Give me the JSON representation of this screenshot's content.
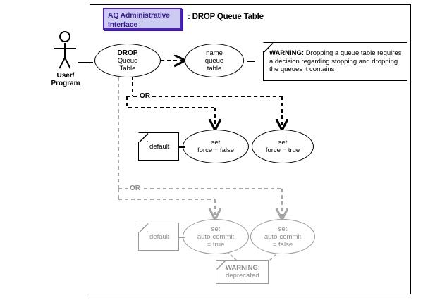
{
  "diagram": {
    "title_badge": "AQ Administrative Interface",
    "title_text": ": DROP Queue Table",
    "actor": {
      "label": "User/\nProgram",
      "icon": "actor-stick-figure-icon"
    }
  },
  "nodes": {
    "drop_queue_table": {
      "line1": "DROP",
      "line2": "Queue",
      "line3": "Table"
    },
    "name_queue_table": {
      "line1": "name",
      "line2": "queue",
      "line3": "table"
    },
    "set_force_false": {
      "line1": "set",
      "line2": "force = false"
    },
    "set_force_true": {
      "line1": "set",
      "line2": "force = true"
    },
    "set_autocommit_true": {
      "line1": "set",
      "line2": "auto-commit",
      "line3": "= true"
    },
    "set_autocommit_false": {
      "line1": "set",
      "line2": "auto-commit",
      "line3": "= false"
    }
  },
  "notes": {
    "warning_main_bold": "WARNING:",
    "warning_main_rest": " Dropping a queue table requires a decision regarding stopping and dropping the queues it contains",
    "default_force": "default",
    "default_autocommit": "default",
    "warning_deprecated_bold": "WARNING:",
    "warning_deprecated_rest": "deprecated"
  },
  "labels": {
    "or_upper": "OR",
    "or_lower": "OR"
  },
  "colors": {
    "badge_fill": "#ccccf2",
    "badge_border": "#4b20c0",
    "badge_text": "#3c1a96",
    "active_line": "#000000",
    "deprecated_grey": "#9a9a9a"
  }
}
